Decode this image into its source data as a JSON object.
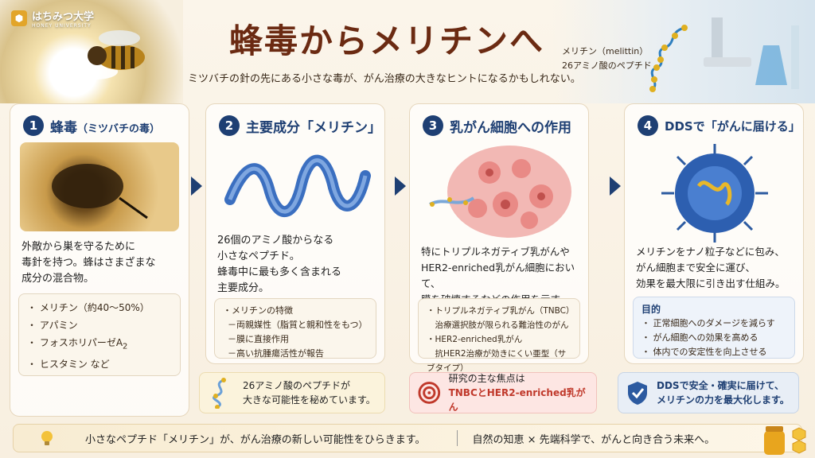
{
  "brand": {
    "name": "はちみつ大学",
    "sub": "HONEY UNIVERSITY"
  },
  "header": {
    "title": "蜂毒からメリチンへ",
    "subtitle": "ミツバチの針の先にある小さな毒が、がん治療の大きなヒントになるかもしれない。",
    "melittin_label": "メリチン（melittin）",
    "melittin_desc": "26アミノ酸のペプチド"
  },
  "cards": [
    {
      "num": "1",
      "title": "蜂毒",
      "title_small": "（ミツバチの毒）",
      "desc": [
        "外敵から巣を守るために",
        "毒針を持つ。蜂はさまざまな",
        "成分の混合物。"
      ],
      "items": [
        "・ メリチン（約40〜50%）",
        "・ アパミン",
        "・ フォスホリパーゼA",
        "・ ヒスタミン など"
      ],
      "sub2": "2"
    },
    {
      "num": "2",
      "title": "主要成分「メリチン」",
      "desc": [
        "26個のアミノ酸からなる",
        "小さなペプチド。",
        "蜂毒中に最も多く含まれる",
        "主要成分。"
      ],
      "items": [
        "・メリチンの特徴",
        "－両親媒性（脂質と親和性をもつ）",
        "－膜に直接作用",
        "－高い抗腫瘍活性が報告"
      ],
      "note": [
        "26アミノ酸のペプチドが",
        "大きな可能性を秘めています。"
      ]
    },
    {
      "num": "3",
      "title": "乳がん細胞への作用",
      "desc": [
        "特にトリプルネガティブ乳がんや",
        "HER2-enriched乳がん細胞において、",
        "膜を破壊するなどの作用を示す。"
      ],
      "items": [
        "・トリプルネガティブ乳がん（TNBC）",
        "　治療選択肢が限られる難治性のがん",
        "・HER2-enriched乳がん",
        "　抗HER2治療が効きにくい亜型（サブタイプ）"
      ],
      "note": [
        "研究の主な焦点は",
        "TNBCとHER2-enriched乳がん"
      ]
    },
    {
      "num": "4",
      "title": "DDSで「がんに届ける」",
      "desc": [
        "メリチンをナノ粒子などに包み、",
        "がん細胞まで安全に運び、",
        "効果を最大限に引き出す仕組み。"
      ],
      "purpose_title": "目的",
      "items": [
        "・ 正常細胞へのダメージを減らす",
        "・ がん細胞への効果を高める",
        "・ 体内での安定性を向上させる"
      ],
      "note": [
        "DDSで安全・確実に届けて、",
        "メリチンの力を最大化します。"
      ]
    }
  ],
  "footer": {
    "left": "小さなペプチド「メリチン」が、がん治療の新しい可能性をひらきます。",
    "right": "自然の知恵 × 先端科学で、がんと向き合う未来へ。"
  },
  "colors": {
    "accent": "#1e3f73",
    "title": "#6b2a12",
    "note3": "#c0392b"
  }
}
